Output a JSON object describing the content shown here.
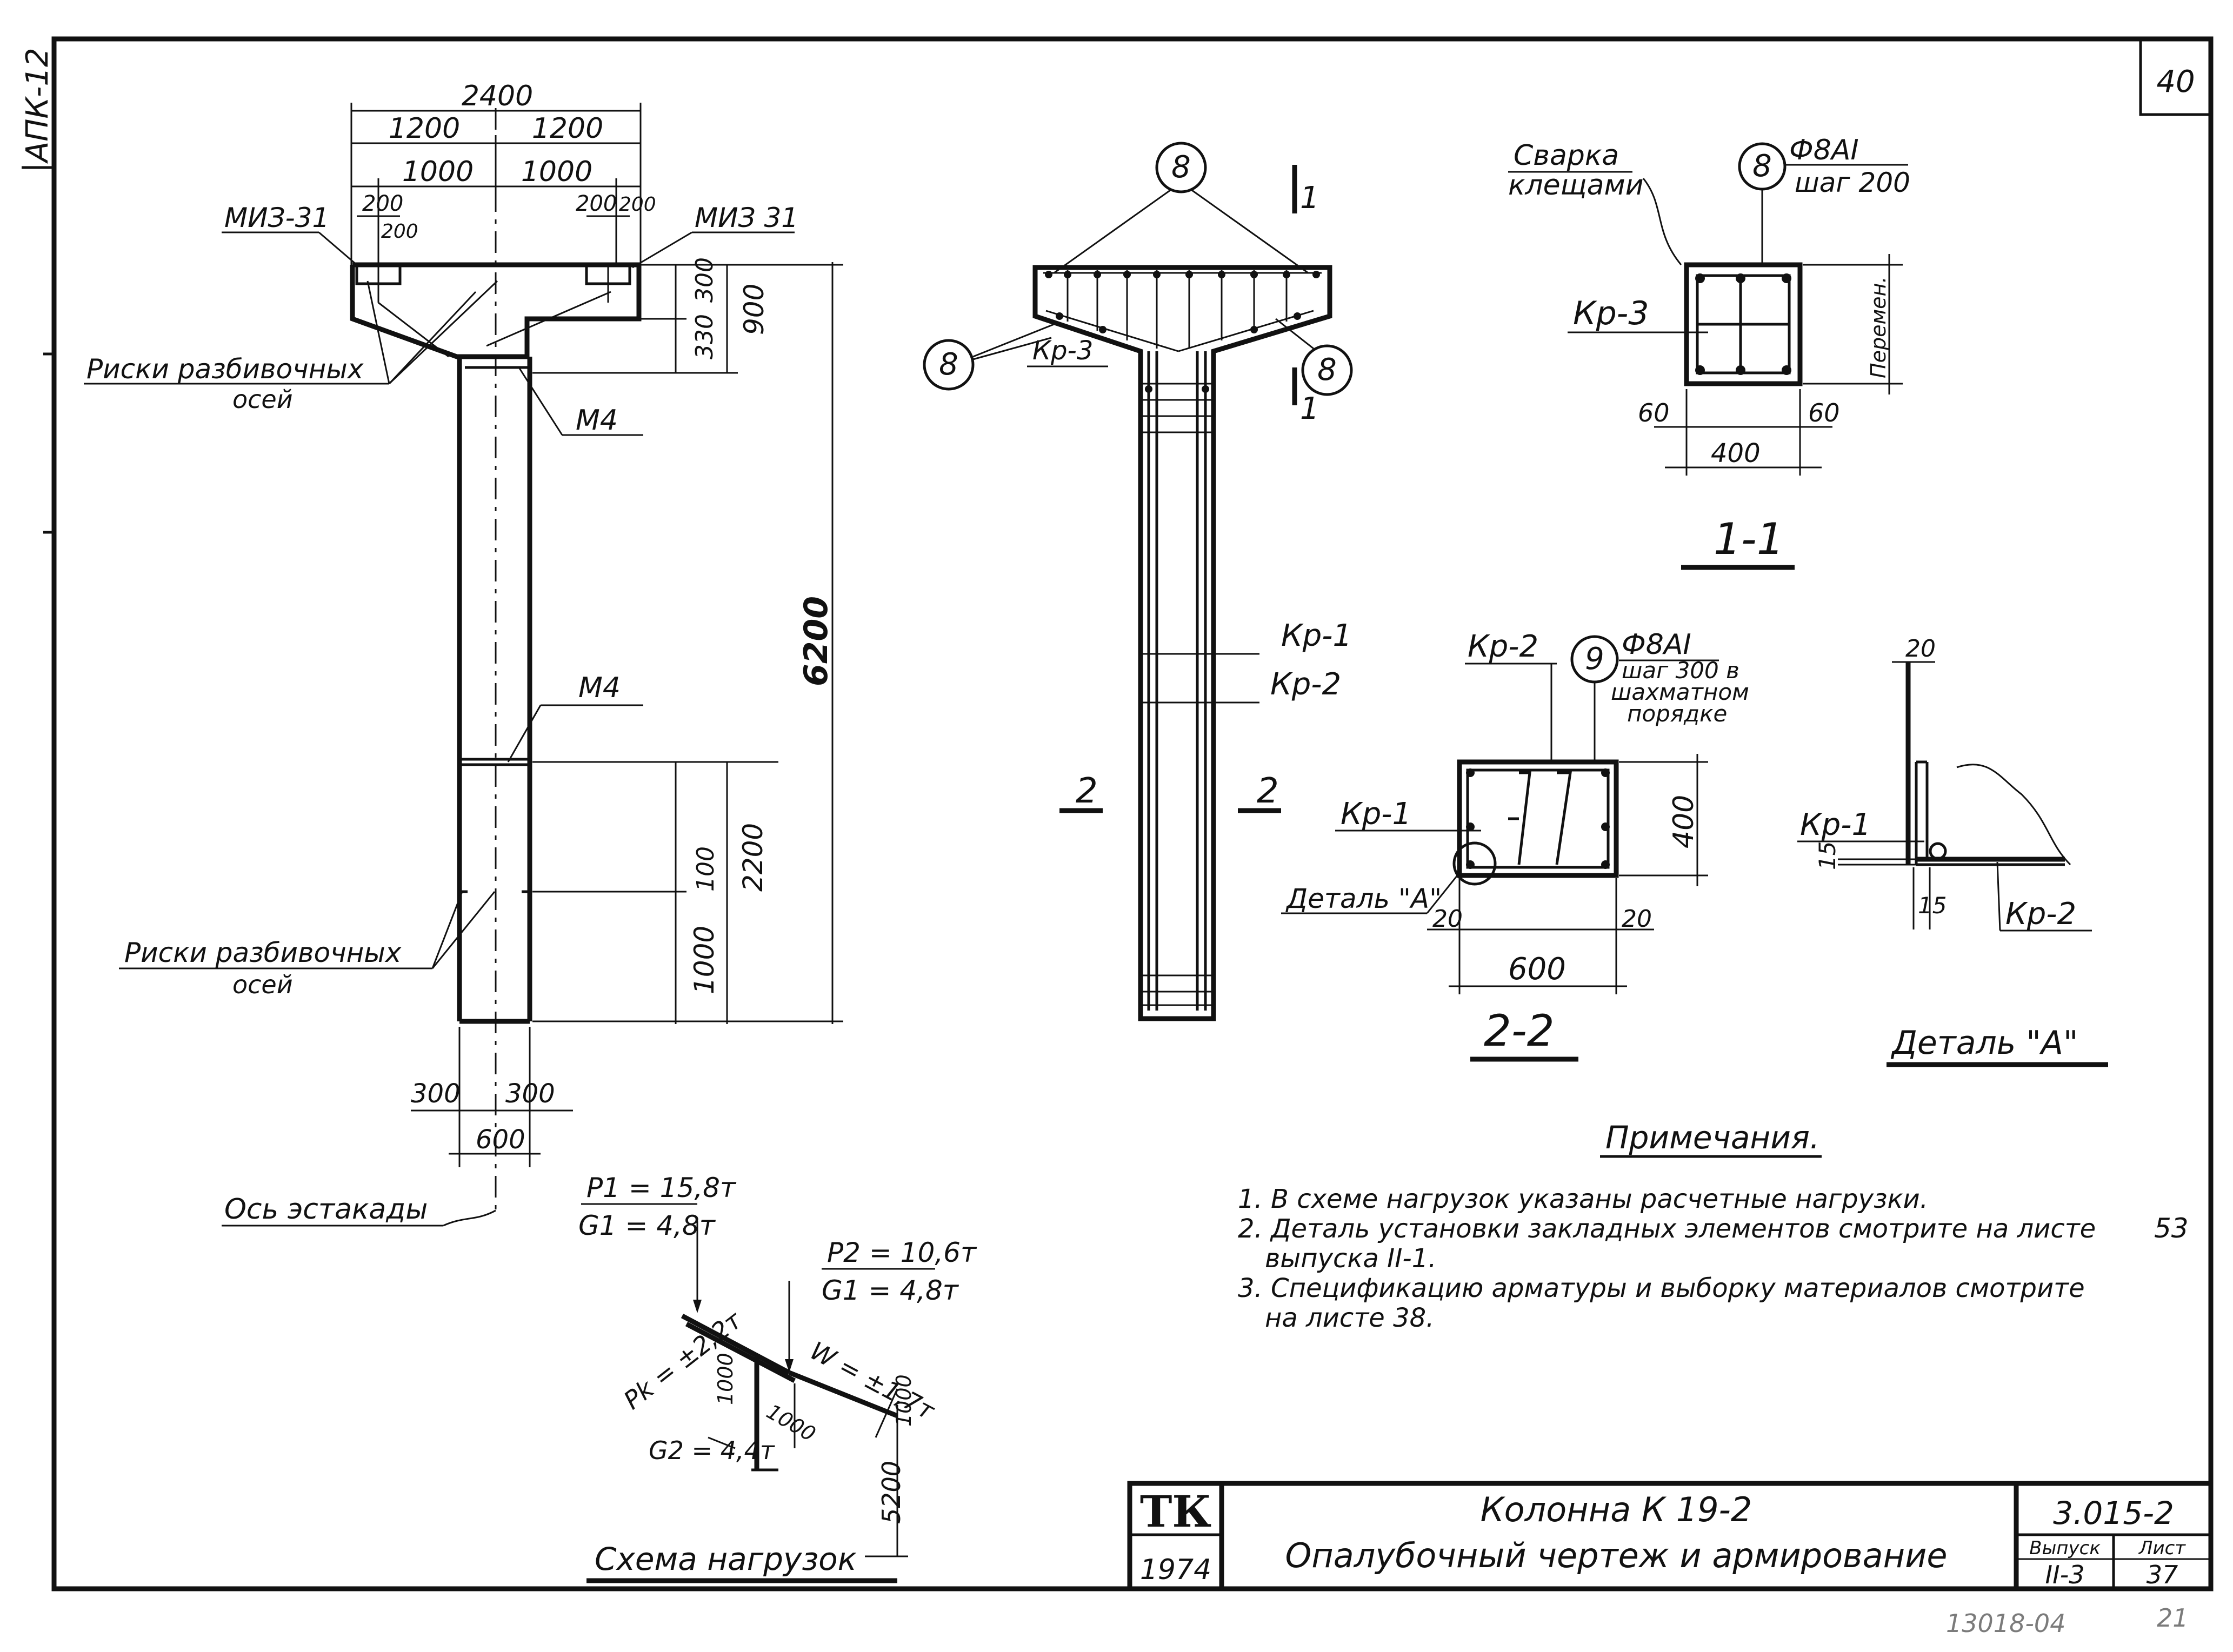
{
  "sheet": {
    "sheet_number": "40",
    "margin_code": "АПК-12",
    "bottom_note": "13018-04",
    "bottom_page": "21"
  },
  "elevation": {
    "dims": {
      "d2400": "2400",
      "d1200a": "1200",
      "d1200b": "1200",
      "d1000a": "1000",
      "d1000b": "1000",
      "d200a": "200",
      "d200b": "200",
      "d200c": "200",
      "d200d": "200",
      "d300": "300",
      "d330": "330",
      "d900": "900",
      "d6200": "6200",
      "d100": "100",
      "d2200": "2200",
      "d1000c": "1000",
      "d300l": "300",
      "d300r": "300",
      "d600": "600"
    },
    "labels": {
      "miz_left": "МИЗ-31",
      "miz_right": "МИЗ 31",
      "m4_top": "М4",
      "m4_mid": "М4",
      "marks_top_1": "Риски разбивочных",
      "marks_top_2": "осей",
      "marks_bot_1": "Риски разбивочных",
      "marks_bot_2": "осей"
    }
  },
  "reinforcement": {
    "mark8": "8",
    "kr3": "Кр-3",
    "kr1": "Кр-1",
    "kr2": "Кр-2",
    "sec1_label": "1",
    "sec2_label": "2"
  },
  "section11": {
    "weld_1": "Сварка",
    "weld_2": "клещами",
    "mark": "8",
    "bar_1": "Ф8АI",
    "bar_2": "шаг 200",
    "kr3": "Кр-3",
    "variable": "Перемен.",
    "d60l": "60",
    "d60r": "60",
    "d400": "400",
    "title": "1-1"
  },
  "section22": {
    "kr2": "Кр-2",
    "mark": "9",
    "bar_1": "Ф8АI",
    "bar_2": "шаг 300 в",
    "bar_3": "шахматном",
    "bar_4": "порядке",
    "kr1": "Кр-1",
    "detail": "Деталь \"А\"",
    "d400": "400",
    "d20l": "20",
    "d20r": "20",
    "d600": "600",
    "title": "2-2"
  },
  "detailA": {
    "d20": "20",
    "kr1": "Кр-1",
    "d15a": "15",
    "d15b": "15",
    "kr2": "Кр-2",
    "title": "Деталь \"А\""
  },
  "loads": {
    "axis_label": "Ось эстакады",
    "p1": "P1 = 15,8т",
    "g1a": "G1 = 4,8т",
    "p2": "P2 = 10,6т",
    "g1b": "G1 = 4,8т",
    "pk": "Pk = ±2,2т",
    "w": "W = ±1,7т",
    "g2": "G2 = 4,4т",
    "d1000a": "1000",
    "d1000b": "1000",
    "d1000c": "1000",
    "d5200": "5200",
    "title": "Схема нагрузок"
  },
  "notes": {
    "title": "Примечания.",
    "n1": "1. В схеме нагрузок указаны расчетные нагрузки.",
    "n2a": "2. Деталь установки закладных элементов смотрите на листе",
    "n2_sheet": "53",
    "n2b": "выпуска   II-1.",
    "n3a": "3. Спецификацию арматуры и выборку материалов смотрите",
    "n3b": "на листе  38."
  },
  "title_block": {
    "logo": "ТК",
    "year": "1974",
    "title_1": "Колонна К 19-2",
    "title_2": "Опалубочный чертеж и армирование",
    "code": "3.015-2",
    "issue_label": "Выпуск",
    "issue": "II-3",
    "sheet_label": "Лист",
    "sheet": "37"
  }
}
